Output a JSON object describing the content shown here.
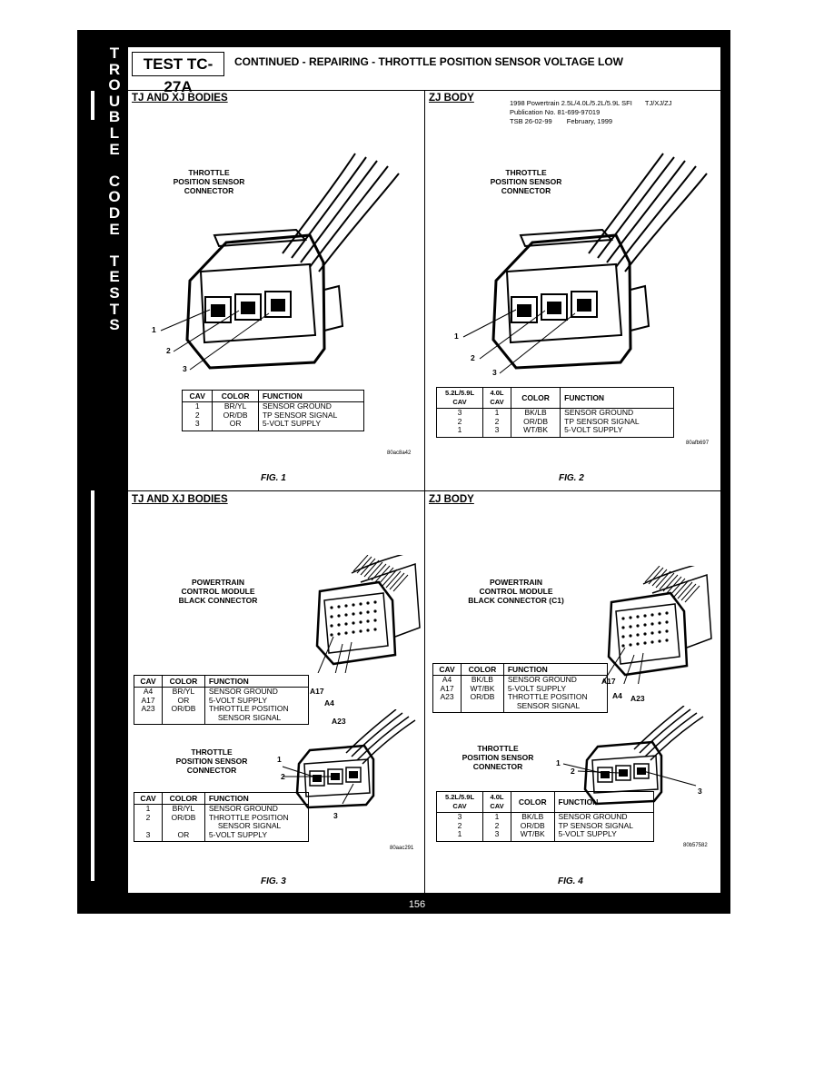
{
  "side_title": [
    "T",
    "R",
    "O",
    "U",
    "B",
    "L",
    "E",
    "",
    "C",
    "O",
    "D",
    "E",
    "",
    "T",
    "E",
    "S",
    "T",
    "S"
  ],
  "header": {
    "test_id": "TEST TC-27A",
    "title": "CONTINUED - REPAIRING - THROTTLE POSITION SENSOR VOLTAGE LOW"
  },
  "tsb": {
    "line1_a": "1998 Powertrain 2.5L/4.0L/5.2L/5.9L SFI",
    "line1_b": "TJ/XJ/ZJ",
    "line2": "Publication No. 81-699-97019",
    "line3_a": "TSB 26-02-99",
    "line3_b": "February, 1999"
  },
  "fig1": {
    "title": "TJ AND XJ BODIES",
    "caption": [
      "THROTTLE",
      "POSITION SENSOR",
      "CONNECTOR"
    ],
    "callouts": [
      "1",
      "2",
      "3"
    ],
    "headers": [
      "CAV",
      "COLOR",
      "FUNCTION"
    ],
    "rows": [
      [
        "1",
        "BR/YL",
        "SENSOR GROUND"
      ],
      [
        "2",
        "OR/DB",
        "TP SENSOR SIGNAL"
      ],
      [
        "3",
        "OR",
        "5-VOLT SUPPLY"
      ]
    ],
    "code": "80ac8a42",
    "label": "FIG. 1"
  },
  "fig2": {
    "title": "ZJ BODY",
    "caption": [
      "THROTTLE",
      "POSITION SENSOR",
      "CONNECTOR"
    ],
    "callouts": [
      "1",
      "2",
      "3"
    ],
    "headers": [
      "5.2L/5.9L CAV",
      "4.0L CAV",
      "COLOR",
      "FUNCTION"
    ],
    "rows": [
      [
        "3",
        "1",
        "BK/LB",
        "SENSOR GROUND"
      ],
      [
        "2",
        "2",
        "OR/DB",
        "TP SENSOR SIGNAL"
      ],
      [
        "1",
        "3",
        "WT/BK",
        "5-VOLT SUPPLY"
      ]
    ],
    "code": "80afb697",
    "label": "FIG. 2"
  },
  "fig3": {
    "title": "TJ AND XJ BODIES",
    "pcm_caption": [
      "POWERTRAIN",
      "CONTROL MODULE",
      "BLACK CONNECTOR"
    ],
    "pin_labels": [
      "A17",
      "A4",
      "A23"
    ],
    "pcm_headers": [
      "CAV",
      "COLOR",
      "FUNCTION"
    ],
    "pcm_rows": [
      [
        "A4",
        "BR/YL",
        "SENSOR GROUND"
      ],
      [
        "A17",
        "OR",
        "5-VOLT SUPPLY"
      ],
      [
        "A23",
        "OR/DB",
        "THROTTLE POSITION"
      ]
    ],
    "pcm_cont": "SENSOR SIGNAL",
    "tps_caption": [
      "THROTTLE",
      "POSITION SENSOR",
      "CONNECTOR"
    ],
    "callouts": [
      "1",
      "2",
      "3"
    ],
    "tps_headers": [
      "CAV",
      "COLOR",
      "FUNCTION"
    ],
    "tps_rows": [
      [
        "1",
        "BR/YL",
        "SENSOR GROUND"
      ],
      [
        "2",
        "OR/DB",
        "THROTTLE POSITION"
      ]
    ],
    "tps_cont": "SENSOR SIGNAL",
    "tps_last": [
      "3",
      "OR",
      "5-VOLT SUPPLY"
    ],
    "code": "80aac291",
    "label": "FIG. 3"
  },
  "fig4": {
    "title": "ZJ BODY",
    "pcm_caption": [
      "POWERTRAIN",
      "CONTROL MODULE",
      "BLACK CONNECTOR (C1)"
    ],
    "pin_labels": [
      "A17",
      "A4",
      "A23"
    ],
    "pcm_headers": [
      "CAV",
      "COLOR",
      "FUNCTION"
    ],
    "pcm_rows": [
      [
        "A4",
        "BK/LB",
        "SENSOR GROUND"
      ],
      [
        "A17",
        "WT/BK",
        "5-VOLT SUPPLY"
      ],
      [
        "A23",
        "OR/DB",
        "THROTTLE POSITION"
      ]
    ],
    "pcm_cont": "SENSOR SIGNAL",
    "tps_caption": [
      "THROTTLE",
      "POSITION SENSOR",
      "CONNECTOR"
    ],
    "callouts": [
      "1",
      "2",
      "3"
    ],
    "tps_headers": [
      "5.2L/5.9L CAV",
      "4.0L CAV",
      "COLOR",
      "FUNCTION"
    ],
    "tps_rows": [
      [
        "3",
        "1",
        "BK/LB",
        "SENSOR GROUND"
      ],
      [
        "2",
        "2",
        "OR/DB",
        "TP SENSOR SIGNAL"
      ],
      [
        "1",
        "3",
        "WT/BK",
        "5-VOLT SUPPLY"
      ]
    ],
    "code": "80b57582",
    "label": "FIG. 4"
  },
  "page_number": "156"
}
